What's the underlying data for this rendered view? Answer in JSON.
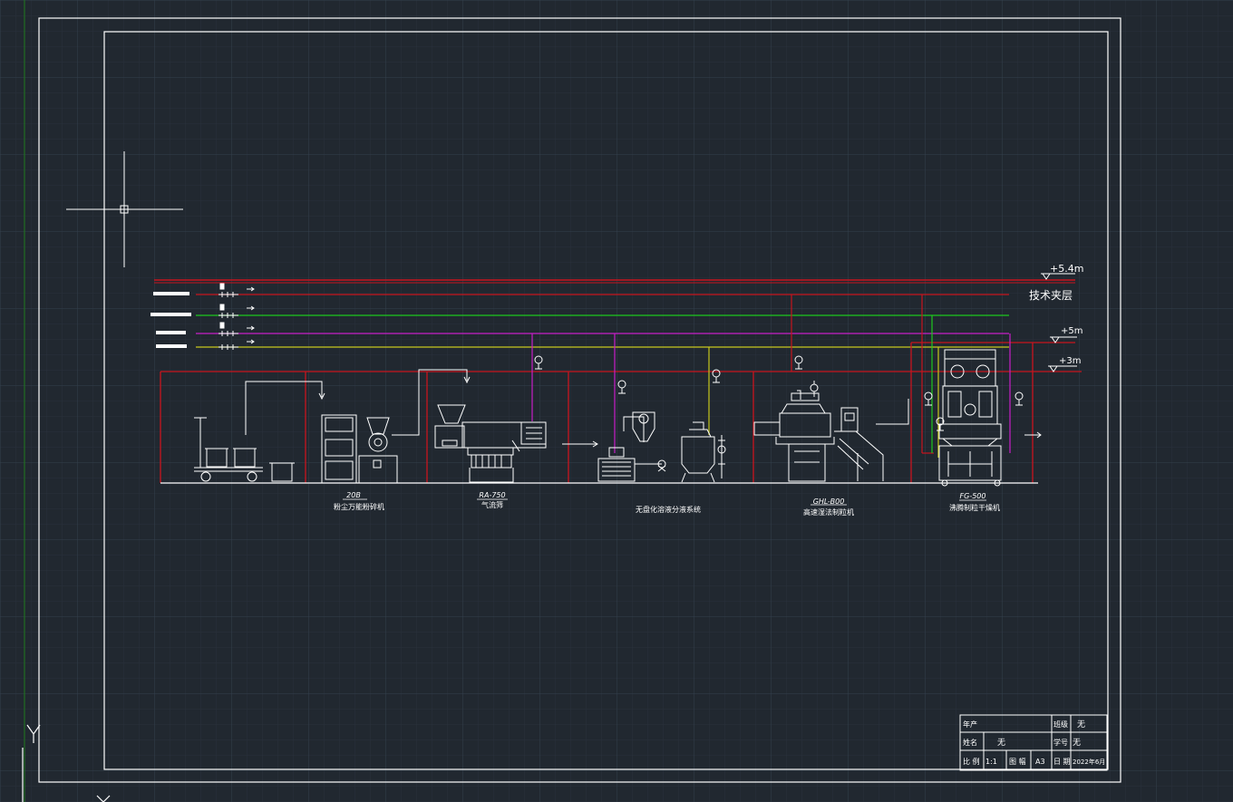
{
  "colors": {
    "background": "#212830",
    "grid_minor": "#2a323c",
    "grid_major": "#33404c",
    "line": "#ffffff",
    "red": "#c8141e",
    "green": "#1ec81e",
    "magenta": "#c81ec8",
    "yellow": "#c8c81e"
  },
  "levels": {
    "top": "+5.4m",
    "mezzanine": "技术夹层",
    "mid": "+5m",
    "low": "+3m"
  },
  "equipment": [
    {
      "model": "20B",
      "name": "粉尘万能粉碎机"
    },
    {
      "model": "RA-750",
      "name": "气流筛"
    },
    {
      "model": "",
      "name": "无盘化溶液分液系统"
    },
    {
      "model": "GHL-B00",
      "name": "高速湿法制粒机"
    },
    {
      "model": "FG-500",
      "name": "沸腾制粒干燥机"
    }
  ],
  "title_block": {
    "row1": {
      "c1": "年产",
      "c2": "班级",
      "c3": "无"
    },
    "row2": {
      "c1": "姓名",
      "c2": "无",
      "c3": "学号",
      "c4": "无"
    },
    "row3": {
      "c1": "比 例",
      "c2": "1:1",
      "c3": "图 幅",
      "c4": "A3",
      "c5": "日 期",
      "c6": "2022年6月"
    }
  },
  "ucs": {
    "y_axis": "Y",
    "x_axis": "X"
  }
}
